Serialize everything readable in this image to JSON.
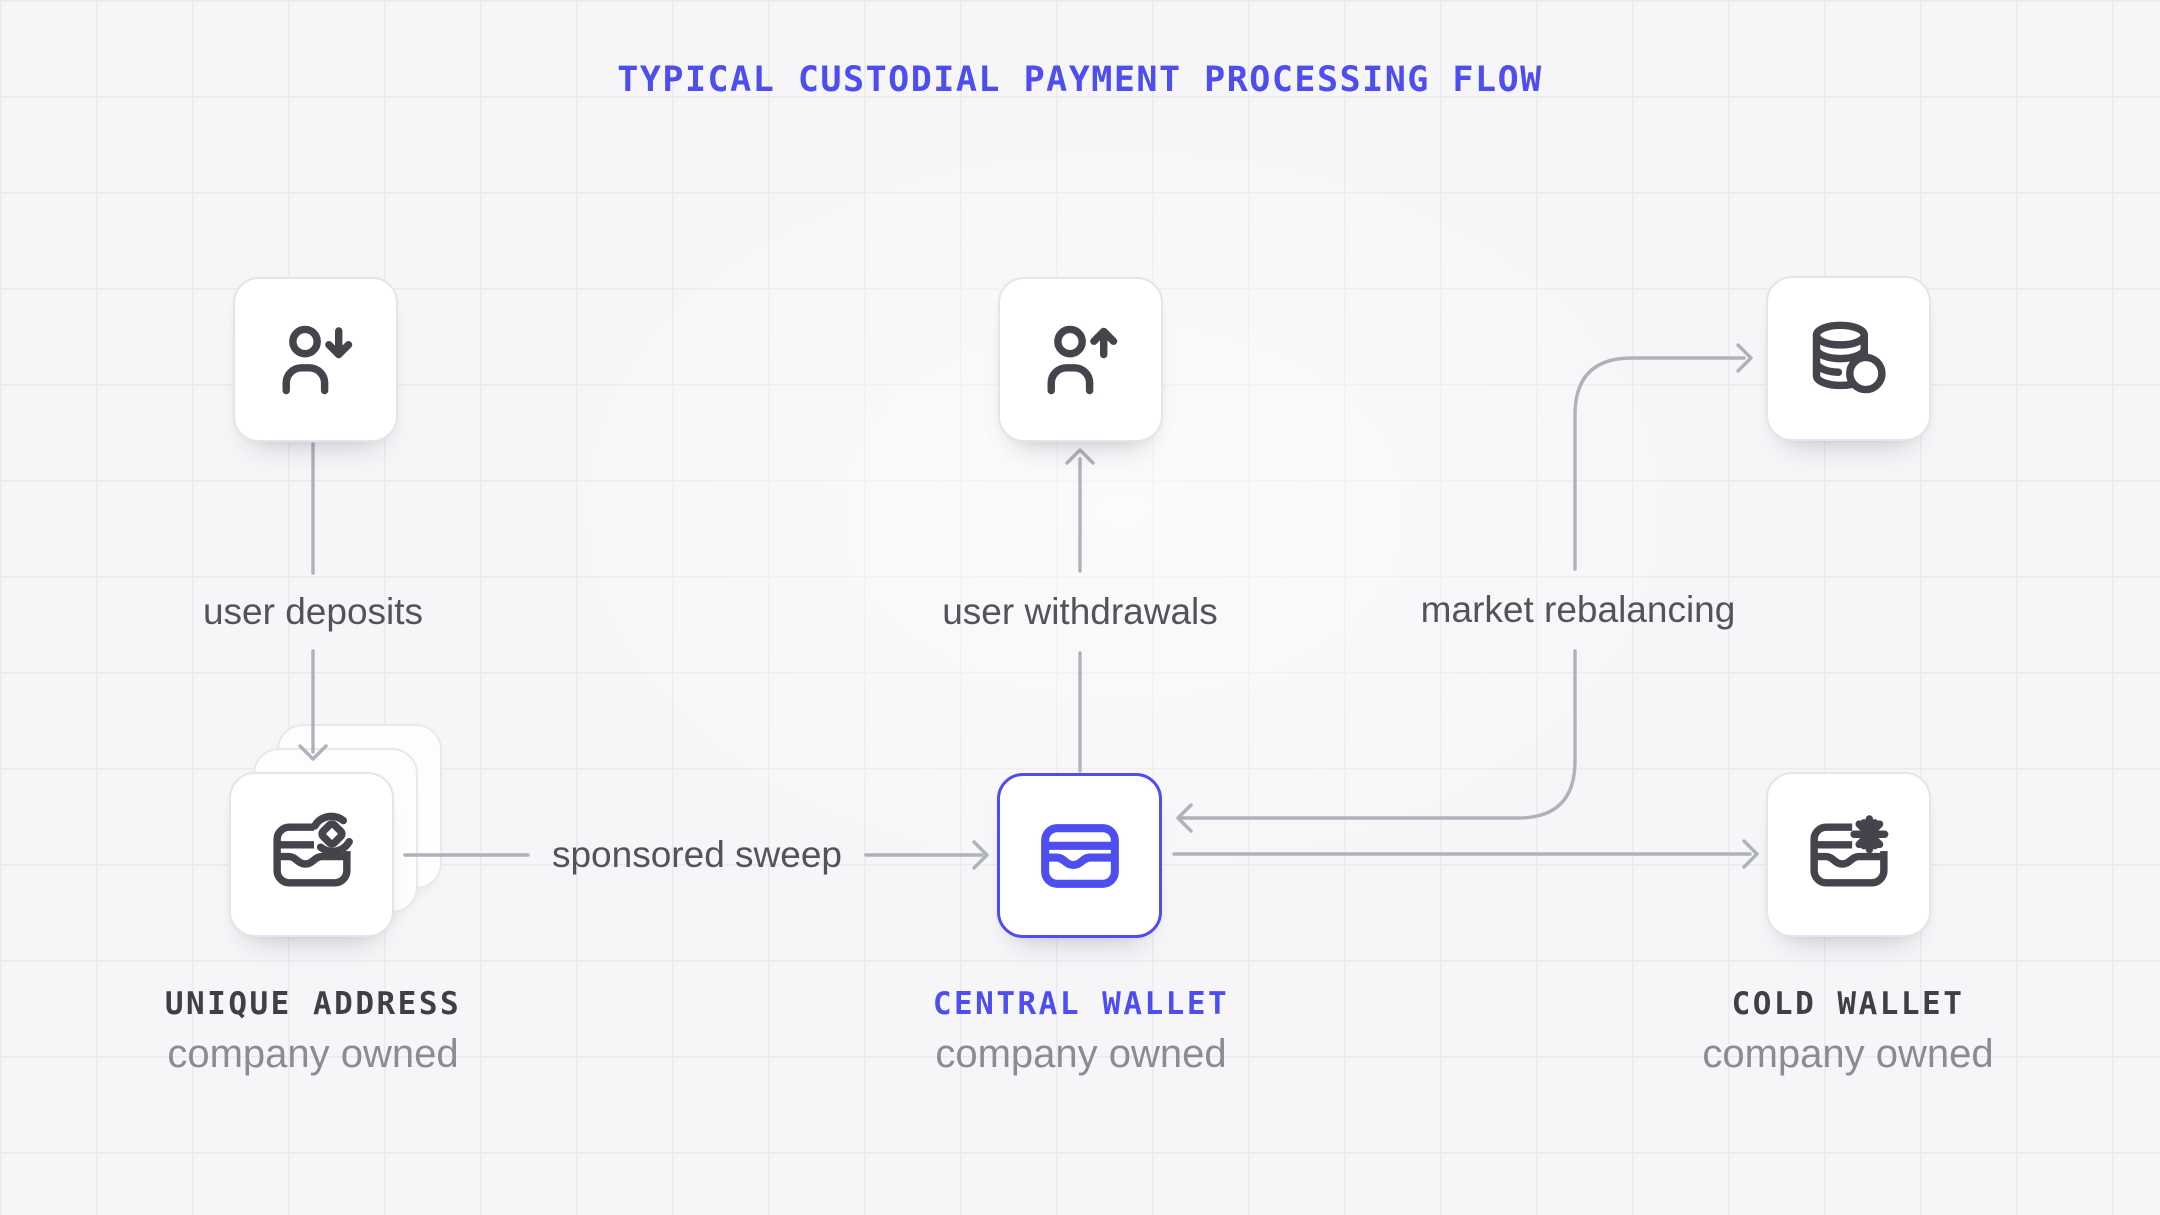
{
  "title": {
    "text": "TYPICAL CUSTODIAL PAYMENT PROCESSING FLOW"
  },
  "nodes": {
    "user_deposit_source": {
      "icon": "user-arrow-down-icon"
    },
    "user_withdrawal_target": {
      "icon": "user-arrow-up-icon"
    },
    "market": {
      "icon": "coins-icon"
    },
    "unique_address": {
      "label": "UNIQUE ADDRESS",
      "sublabel": "company owned",
      "icon": "wallet-token-icon"
    },
    "central_wallet": {
      "label": "CENTRAL WALLET",
      "sublabel": "company owned",
      "icon": "wallet-icon"
    },
    "cold_wallet": {
      "label": "COLD WALLET",
      "sublabel": "company owned",
      "icon": "wallet-snowflake-icon"
    }
  },
  "edges": {
    "user_deposits": {
      "label": "user deposits"
    },
    "sponsored_sweep": {
      "label": "sponsored sweep"
    },
    "user_withdrawals": {
      "label": "user withdrawals"
    },
    "market_rebalancing": {
      "label": "market rebalancing"
    },
    "central_to_cold": {
      "label": ""
    }
  },
  "colors": {
    "accent_blue": "#4d4df0",
    "background": "#f6f6f8",
    "grid_line": "#ebebee",
    "card_background": "#ffffff",
    "card_border": "#e5e5e9",
    "icon_stroke": "#44444c",
    "edge_line": "#aeb2ba",
    "edge_label": "#53535b",
    "node_label": "#3f3f46",
    "node_sublabel": "#8b8b94"
  }
}
